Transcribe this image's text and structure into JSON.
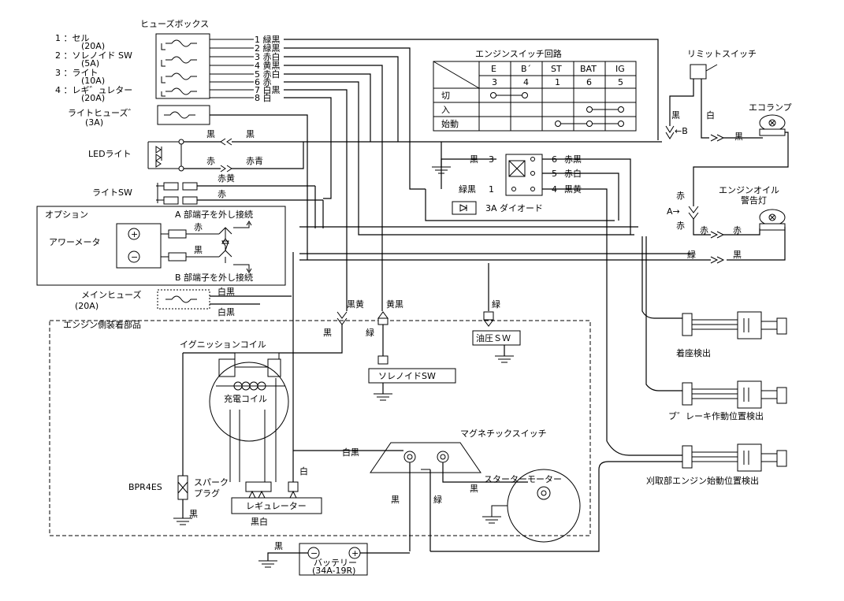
{
  "fusebox": {
    "title": "ヒューズボックス",
    "legend": [
      {
        "num": "1 ：セル",
        "amp": "(20A)"
      },
      {
        "num": "2 ：ソレノイド SW",
        "amp": "(5A)"
      },
      {
        "num": "3 ：ライト",
        "amp": "(10A)"
      },
      {
        "num": "4 ：レギ゛ュレター",
        "amp": "(20A)"
      }
    ],
    "terminals": [
      "1 緑黒",
      "2 緑黒",
      "3 赤白",
      "4 黄黒",
      "5 赤白",
      "6 赤",
      "7 白黒",
      "8 白"
    ]
  },
  "switch_table": {
    "title": "エンジンスイッチ回路",
    "headers": [
      "E",
      "B´",
      "ST",
      "BAT",
      "IG"
    ],
    "numbers": [
      "3",
      "4",
      "1",
      "6",
      "5"
    ],
    "rows": [
      "切",
      "入",
      "始動"
    ]
  },
  "light_fuse": {
    "label": "ライトヒューズ゛",
    "amp": "(3A)"
  },
  "led": {
    "label": "LEDライト",
    "w1a": "黒",
    "w1b": "黒",
    "w2a": "赤",
    "w2b": "赤青",
    "w3": "赤黄"
  },
  "light_sw": {
    "label": "ライトSW",
    "wire": "赤"
  },
  "option": {
    "title": "オプション",
    "meter": "アワーメータ",
    "note_a": "A 部端子を外し接続",
    "note_b": "B 部端子を外し接続",
    "plus_wire": "赤",
    "minus_wire": "黒"
  },
  "main_fuse": {
    "label": "メインヒューズ",
    "amp": "(20A)",
    "wire_top": "白黒",
    "wire_bot": "白黒"
  },
  "key_switch": {
    "left": [
      {
        "num": "3",
        "wire": "黒"
      },
      {
        "num": "1",
        "wire": "緑黒"
      }
    ],
    "right": [
      {
        "num": "6",
        "wire": "赤黒"
      },
      {
        "num": "5",
        "wire": "赤白"
      },
      {
        "num": "4",
        "wire": "黒黄"
      }
    ]
  },
  "diode": {
    "label": "3A ダイオード"
  },
  "limit_switch": {
    "label": "リミットスイッチ",
    "w_black": "黒",
    "w_white": "白",
    "marker_b": "←B"
  },
  "eco_lamp": {
    "label": "エコランプ",
    "wire": "黒"
  },
  "oil_lamp": {
    "label1": "エンジンオイル",
    "label2": "警告灯",
    "marker_a": "A→",
    "w_red1": "赤",
    "w_red2": "赤",
    "w_red3": "赤",
    "w_red4": "赤",
    "w_green": "緑",
    "w_black": "黒"
  },
  "sensors": [
    {
      "label": "着座検出"
    },
    {
      "label": "ブ゛レーキ作動位置検出"
    },
    {
      "label": "刈取部エンジン始動位置検出"
    }
  ],
  "engine": {
    "title": "エンジン側装着部品",
    "coil": "イグニッションコイル",
    "charge_coil": "充電コイル",
    "plug_label1": "スパーク",
    "plug_label2": "プラグ",
    "plug_model": "BPR4ES",
    "plug_ground": "黒",
    "regulator": "レギュレーター",
    "regulator_wire": "黒白",
    "white_wire": "白",
    "black_wire": "黒",
    "black_yellow": "黒黄",
    "yellow_black": "黄黒",
    "green": "緑",
    "green2": "緑",
    "solenoid": "ソレノイドSW",
    "oil_sw": "油圧ＳＷ",
    "magnetic": "マグネチックスイッチ",
    "mag_wire": "白黒",
    "starter": "スターターモーター",
    "starter_wire": "黒",
    "w_black": "黒",
    "w_green": "緑"
  },
  "battery": {
    "label": "バッテリー",
    "model": "(34A-19R)",
    "wire": "黒"
  },
  "misc": {
    "wire_green": "緑",
    "wire_black": "黒"
  }
}
